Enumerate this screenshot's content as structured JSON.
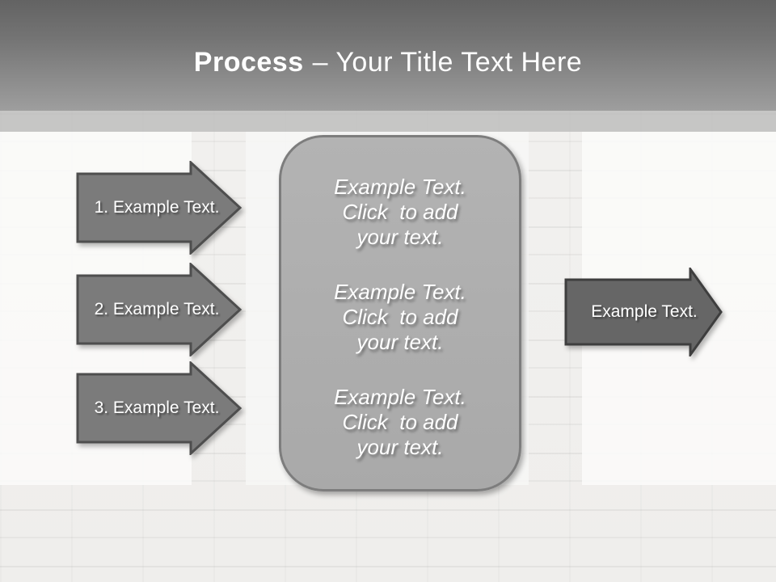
{
  "slide": {
    "title": {
      "emphasis": "Process",
      "rest": "– Your Title Text Here"
    },
    "left_arrows": [
      {
        "label": "1. Example Text."
      },
      {
        "label": "2. Example Text."
      },
      {
        "label": "3. Example Text."
      }
    ],
    "center_box": {
      "blocks": [
        {
          "line1": "Example Text.",
          "line2": "Click  to add",
          "line3": "your text."
        },
        {
          "line1": "Example Text.",
          "line2": "Click  to add",
          "line3": "your text."
        },
        {
          "line1": "Example Text.",
          "line2": "Click  to add",
          "line3": "your text."
        }
      ]
    },
    "right_arrow": {
      "label": "Example Text."
    },
    "colors": {
      "header_gradient_top": "#636363",
      "header_gradient_bottom": "#9e9e9e",
      "subband": "#bcbcbc",
      "panel_white": "#faf9f8",
      "left_arrow_fill": "#7b7b7b",
      "left_arrow_stroke": "#4e4e4e",
      "right_arrow_fill": "#666666",
      "right_arrow_stroke": "#3e3e3e",
      "box_fill": "#aeaeae",
      "box_stroke": "#7d7d7d",
      "text": "#ffffff"
    }
  }
}
